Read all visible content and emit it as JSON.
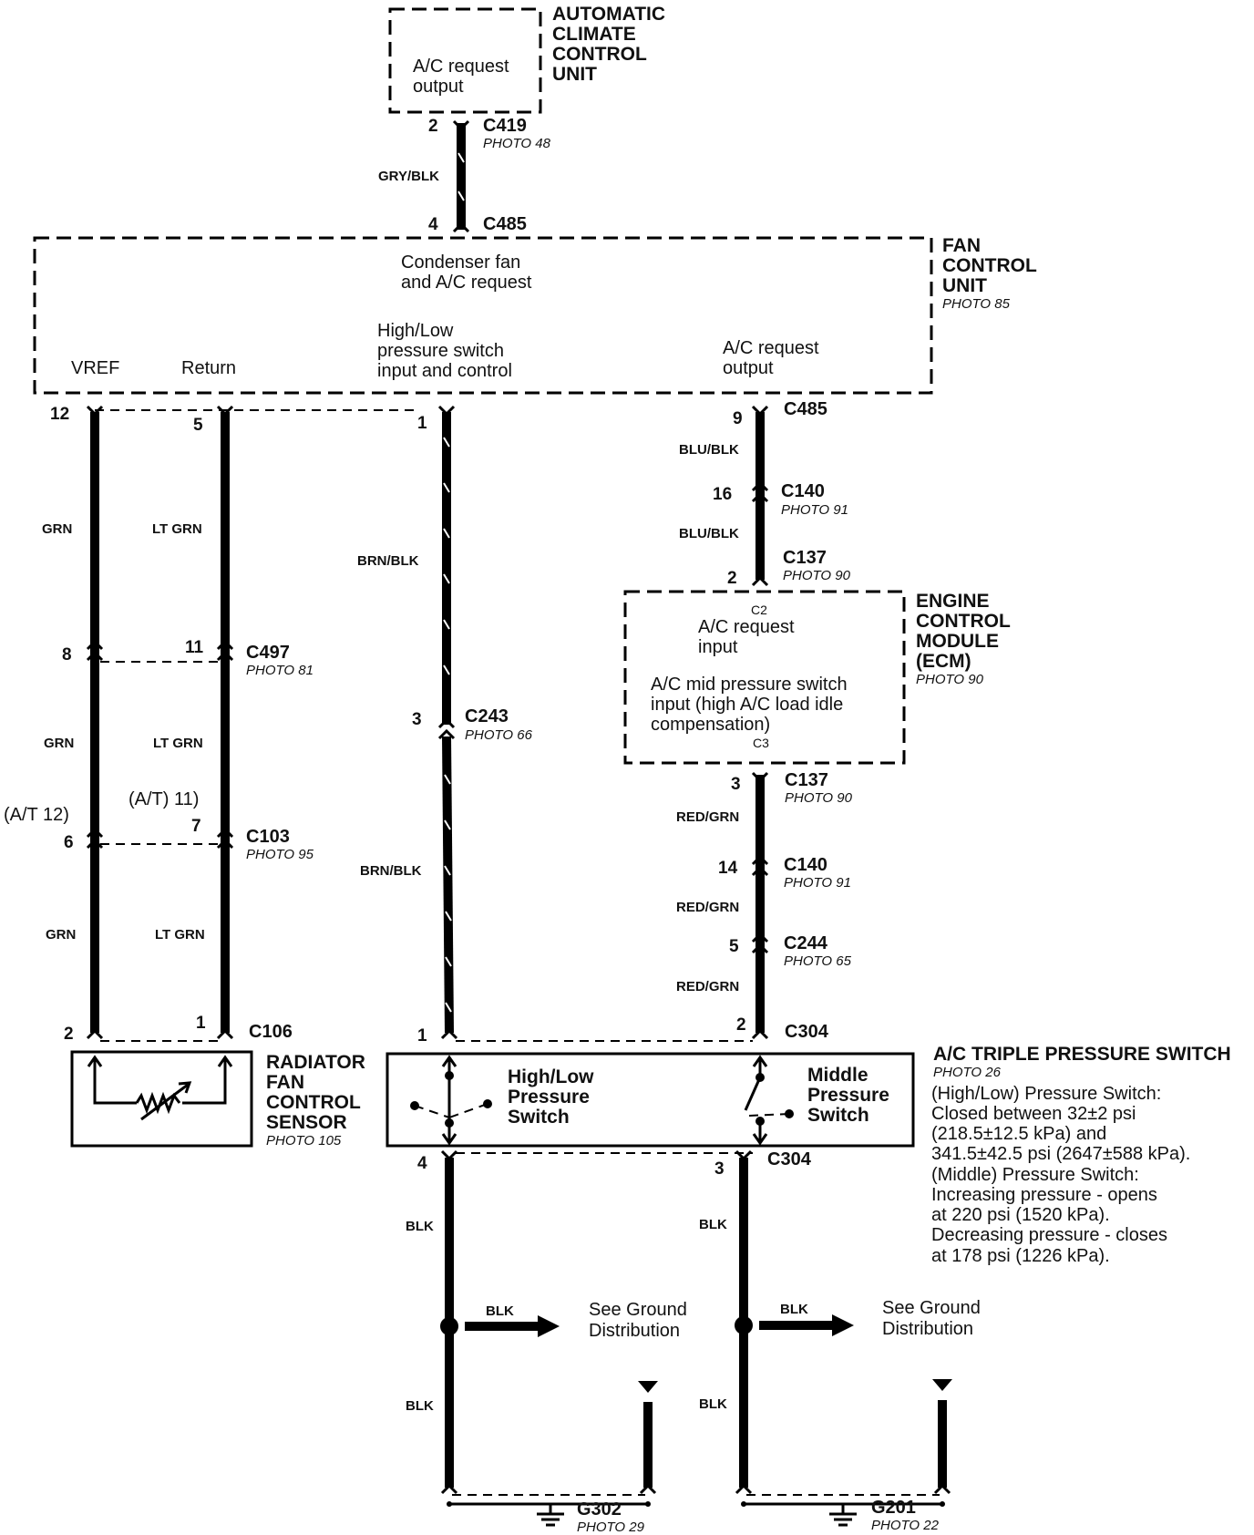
{
  "acc": {
    "title_lines": [
      "AUTOMATIC",
      "CLIMATE",
      "CONTROL",
      "UNIT"
    ],
    "text_lines": [
      "A/C request",
      "output"
    ]
  },
  "c419": {
    "name": "C419",
    "photo": "PHOTO 48",
    "pin": "2"
  },
  "wire_gry_blk": "GRY/BLK",
  "c485_top": {
    "name": "C485",
    "pin": "4"
  },
  "fcu": {
    "title_lines": [
      "FAN",
      "CONTROL",
      "UNIT"
    ],
    "photo": "PHOTO 85",
    "condenser_lines": [
      "Condenser fan",
      "and A/C request"
    ],
    "vref": "VREF",
    "return": "Return",
    "hl_lines": [
      "High/Low",
      "pressure switch",
      "input and control"
    ],
    "acreq_lines": [
      "A/C request",
      "output"
    ]
  },
  "c485_bottom": {
    "name": "C485",
    "pins": [
      "12",
      "5",
      "1",
      "9"
    ]
  },
  "wires": {
    "grn": "GRN",
    "lt_grn": "LT GRN",
    "brn_blk": "BRN/BLK",
    "blu_blk": "BLU/BLK",
    "red_grn": "RED/GRN",
    "blk": "BLK"
  },
  "c140_upper": {
    "name": "C140",
    "photo": "PHOTO 91",
    "pin": "16"
  },
  "c137_upper": {
    "name": "C137",
    "photo": "PHOTO 90",
    "pin": "2"
  },
  "ecm": {
    "title_lines": [
      "ENGINE",
      "CONTROL",
      "MODULE",
      "(ECM)"
    ],
    "photo": "PHOTO 90",
    "c2": "C2",
    "req_lines": [
      "A/C request",
      "input"
    ],
    "mid_lines": [
      "A/C mid pressure switch",
      "input (high A/C load idle",
      "compensation)"
    ],
    "c3": "C3"
  },
  "c497": {
    "name": "C497",
    "photo": "PHOTO 81",
    "pins": [
      "8",
      "11"
    ]
  },
  "c243": {
    "name": "C243",
    "photo": "PHOTO 66",
    "pin": "3"
  },
  "c103": {
    "name": "C103",
    "photo": "PHOTO 95",
    "pins": [
      "6",
      "7"
    ],
    "at_left": "(A/T 12)",
    "at_right": "(A/T) 11)"
  },
  "c137_lower": {
    "name": "C137",
    "photo": "PHOTO 90",
    "pin": "3"
  },
  "c140_lower": {
    "name": "C140",
    "photo": "PHOTO 91",
    "pin": "14"
  },
  "c244": {
    "name": "C244",
    "photo": "PHOTO 65",
    "pin": "5"
  },
  "c106": {
    "name": "C106",
    "pins": [
      "2",
      "1"
    ]
  },
  "c304_top": {
    "name": "C304",
    "pins": [
      "1",
      "2"
    ]
  },
  "sensor": {
    "title_lines": [
      "RADIATOR",
      "FAN",
      "CONTROL",
      "SENSOR"
    ],
    "photo": "PHOTO 105"
  },
  "tps": {
    "title": "A/C TRIPLE PRESSURE SWITCH",
    "photo": "PHOTO 26",
    "hl_lines": [
      "High/Low",
      "Pressure",
      "Switch"
    ],
    "mid_lines": [
      "Middle",
      "Pressure",
      "Switch"
    ],
    "spec_lines": [
      "(High/Low) Pressure Switch:",
      "Closed between 32±2 psi",
      "(218.5±12.5 kPa) and",
      "341.5±42.5 psi (2647±588 kPa).",
      "(Middle) Pressure Switch:",
      "Increasing pressure - opens",
      "at 220 psi (1520 kPa).",
      "Decreasing pressure - closes",
      "at 178 psi (1226 kPa)."
    ]
  },
  "c304_bottom": {
    "name": "C304",
    "pins": [
      "4",
      "3"
    ]
  },
  "ground_dist_lines": [
    "See Ground",
    "Distribution"
  ],
  "g302": {
    "name": "G302",
    "photo": "PHOTO 29"
  },
  "g201": {
    "name": "G201",
    "photo": "PHOTO 22"
  },
  "colors": {
    "ink": "#000000",
    "paper": "#ffffff"
  }
}
